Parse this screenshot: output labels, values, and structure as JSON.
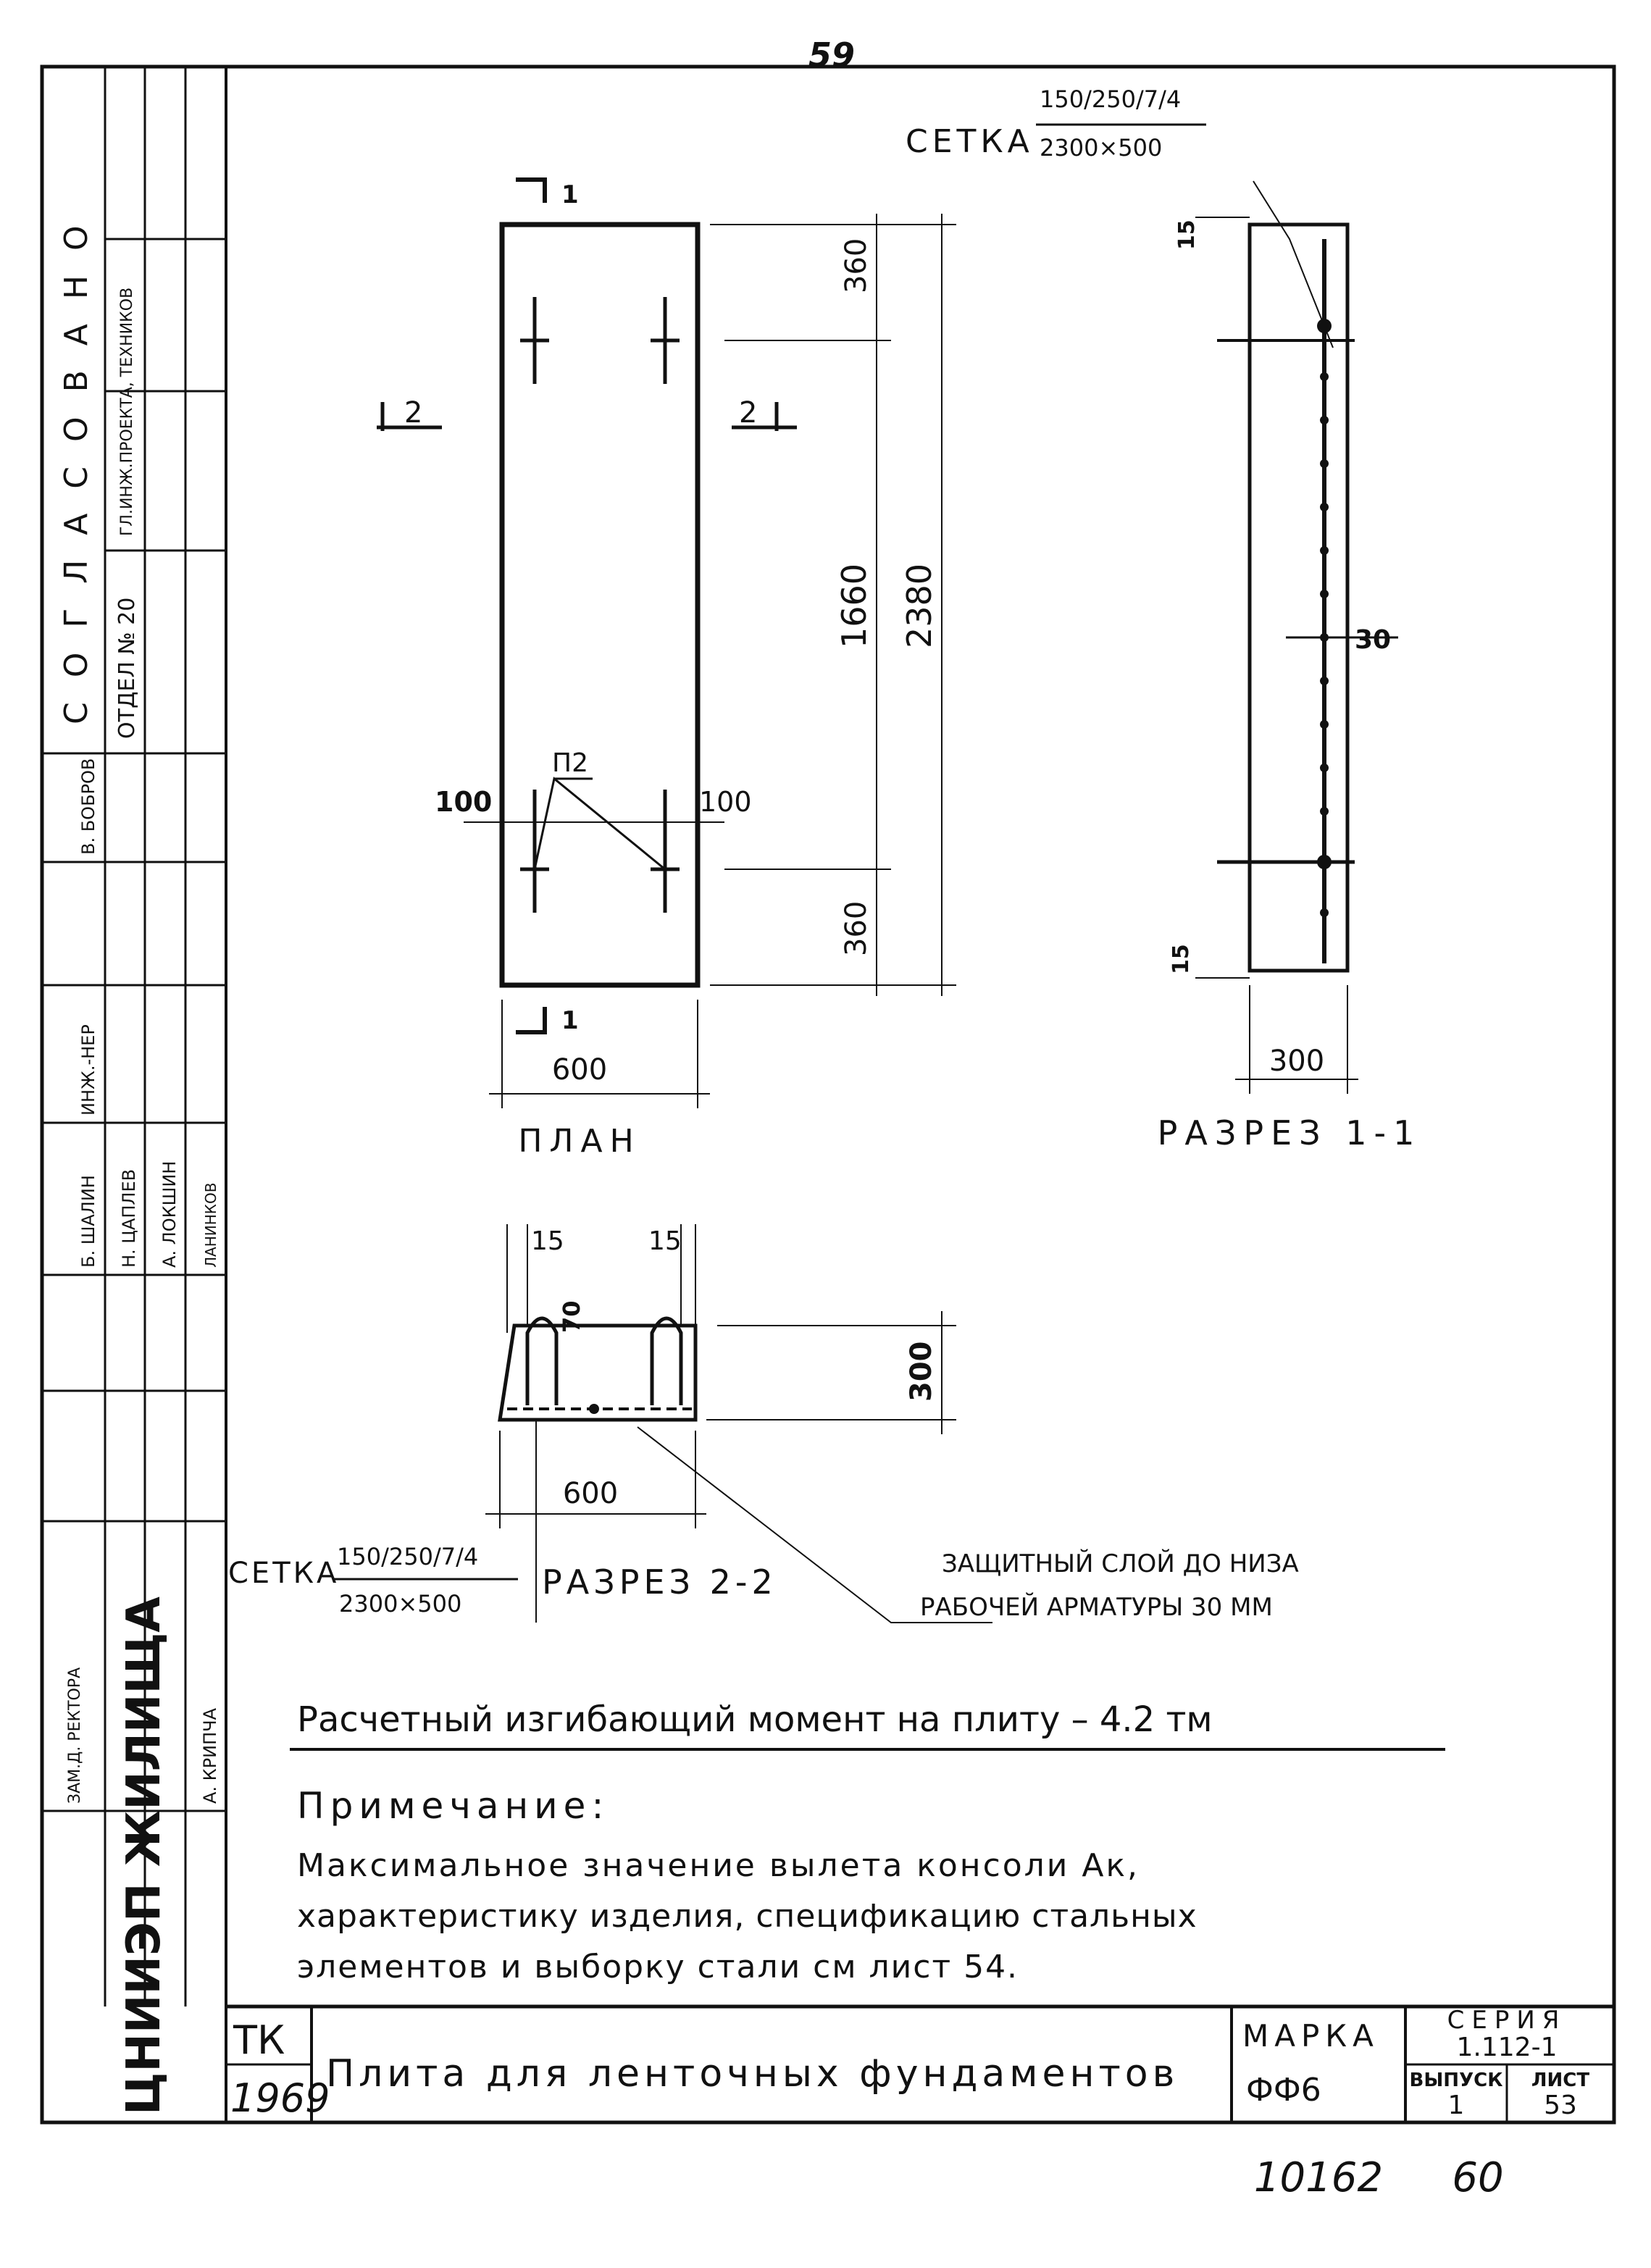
{
  "sheet": {
    "page_number_top": "59",
    "bottom_numbers": [
      "10162",
      "60"
    ]
  },
  "plan": {
    "title": "ПЛАН",
    "section_mark_top": "1",
    "section_mark_bottom": "1",
    "section_mark_left": "2",
    "section_mark_right": "2",
    "dims": {
      "top": "360",
      "middle": "1660",
      "bottom": "360",
      "total": "2380",
      "width": "600",
      "left_offset": "100",
      "right_offset": "100"
    },
    "loop_label": "П2"
  },
  "section_1_1": {
    "title": "РАЗРЕЗ 1-1",
    "mesh_label": "СЕТКА",
    "mesh_num": "150/250/7/4",
    "mesh_den": "2300×500",
    "dim_top": "15",
    "dim_bottom": "15",
    "dim_side": "30",
    "dim_width": "300"
  },
  "section_2_2": {
    "title": "РАЗРЕЗ 2-2",
    "mesh_label": "СЕТКА",
    "mesh_num": "150/250/7/4",
    "mesh_den": "2300×500",
    "dim_left": "15",
    "dim_right": "15",
    "dim_loop": "70",
    "dim_height": "300",
    "dim_width": "600",
    "cover_note_line1": "ЗАЩИТНЫЙ СЛОЙ ДО НИЗА",
    "cover_note_line2": "РАБОЧЕЙ АРМАТУРЫ 30 ММ"
  },
  "notes": {
    "moment": "Расчетный изгибающий момент на плиту – 4.2 тм",
    "note_title": "Примечание:",
    "note_line1": "Максимальное значение вылета консоли Ак,",
    "note_line2": "характеристику изделия, спецификацию стальных",
    "note_line3": "элементов и выборку стали см лист 54."
  },
  "title_block": {
    "org": "ТК",
    "year": "1969",
    "title": "Плита для ленточных фундаментов",
    "marka_label": "МАРКА",
    "marka_value": "ФФ6",
    "series_label": "СЕРИЯ",
    "series_value": "1.112-1",
    "issue_label": "ВЫПУСК",
    "issue_value": "1",
    "sheet_label": "ЛИСТ",
    "sheet_value": "53"
  },
  "side_stamp": {
    "agreed": "С О Г Л А С О В А Н О",
    "dept": "ОТДЕЛ № 20",
    "rows": [
      "ГЛ.ИНЖ.ПРОЕКТА, ТЕХНИКОВ",
      "В. БОБРОВ",
      "ИНЖ.-НЕР",
      "Б. ШАЛИН",
      "Н. ЦАПЛЕВ",
      "А. ЛОКШИН",
      "ЛАНИНКОВ",
      "ЗАМ.Д. РЕКТОРА",
      "А. КРИПЧА"
    ],
    "institute": "ЦНИИЭП ЖИЛИЩА"
  }
}
